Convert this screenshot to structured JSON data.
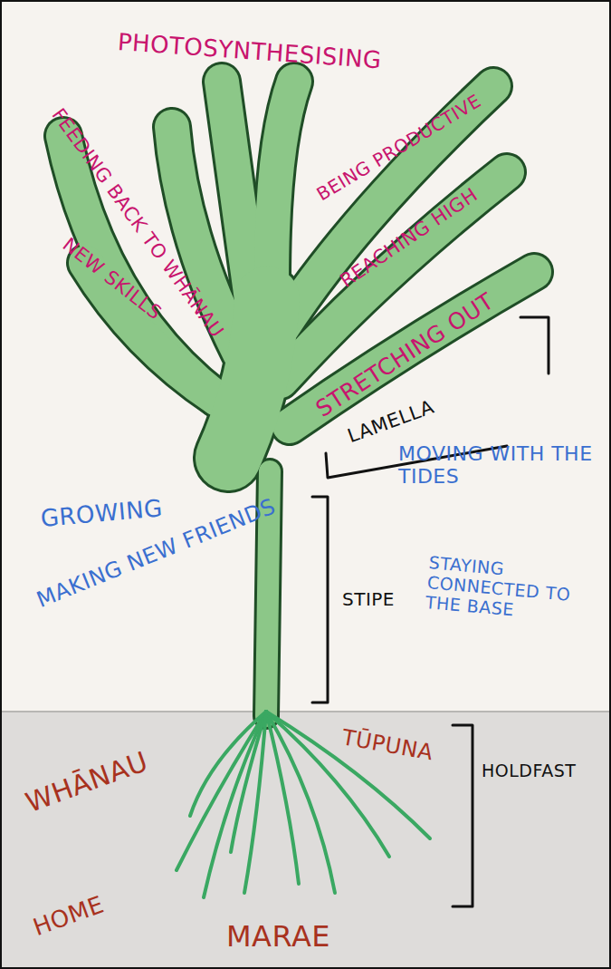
{
  "diagram": {
    "labels": [
      "PHOTOSYNTHESISING",
      "FEEDING BACK TO WHĀNAU",
      "BEING PRODUCTIVE",
      "REACHING HIGH",
      "NEW SKILLS",
      "STRETCHING OUT",
      "LAMELLA",
      "MOVING WITH THE TIDES",
      "GROWING",
      "MAKING NEW FRIENDS",
      "STIPE",
      "STAYING CONNECTED TO THE BASE",
      "WHĀNAU",
      "TŪPUNA",
      "HOLDFAST",
      "HOME",
      "MARAE"
    ]
  }
}
